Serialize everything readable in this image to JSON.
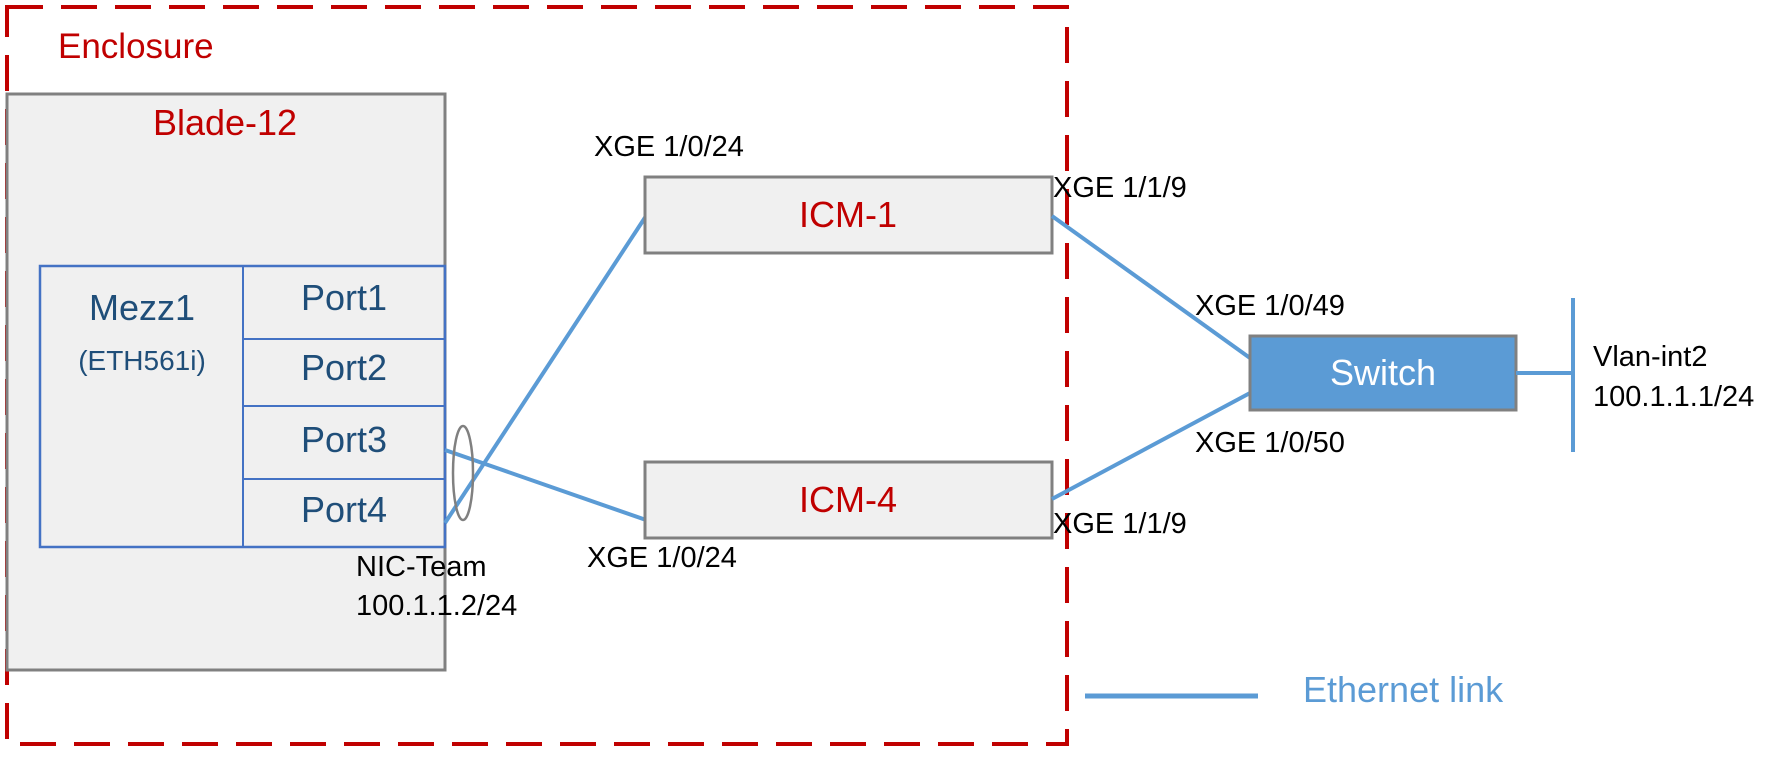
{
  "colors": {
    "enclosure_red": "#c00000",
    "link_blue": "#5b9bd5",
    "mezz_blue": "#4472c4",
    "label_navy": "#1f4e79",
    "box_gray": "#808080",
    "box_fill": "#f0f0f0",
    "switch_fill": "#5b9bd5"
  },
  "enclosure": {
    "label": "Enclosure"
  },
  "blade": {
    "label": "Blade-12"
  },
  "mezz": {
    "label": "Mezz1",
    "model": "(ETH561i)",
    "ports": [
      "Port1",
      "Port2",
      "Port3",
      "Port4"
    ]
  },
  "nic_team": {
    "label": "NIC-Team",
    "ip": "100.1.1.2/24"
  },
  "icm1": {
    "label": "ICM-1",
    "left_port": "XGE 1/0/24",
    "right_port": "XGE 1/1/9"
  },
  "icm4": {
    "label": "ICM-4",
    "left_port": "XGE 1/0/24",
    "right_port": "XGE 1/1/9"
  },
  "switch": {
    "label": "Switch",
    "port_top": "XGE 1/0/49",
    "port_bottom": "XGE 1/0/50"
  },
  "vlan": {
    "label": "Vlan-int2",
    "ip": "100.1.1.1/24"
  },
  "legend": {
    "ethernet_label": "Ethernet link"
  }
}
